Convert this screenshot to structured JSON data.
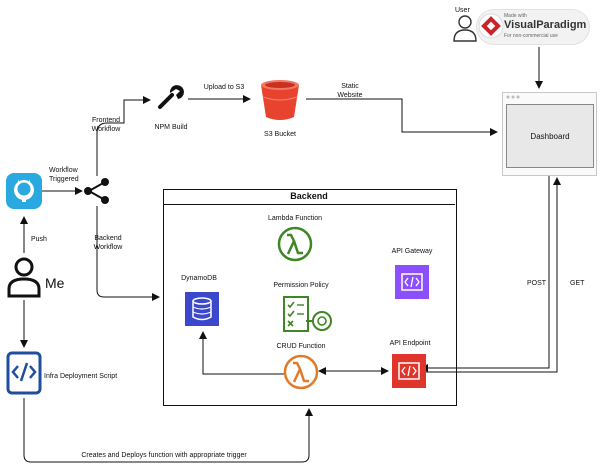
{
  "labels": {
    "user": "User",
    "watermark_line1": "Made with",
    "watermark_line2": "VisualParadigm",
    "watermark_line3": "For non-commercial use",
    "upload_s3": "Upload to S3",
    "static_website_1": "Static",
    "static_website_2": "Website",
    "npm_build": "NPM Build",
    "frontend_workflow_1": "Frontend",
    "frontend_workflow_2": "Workflow",
    "s3_bucket": "S3 Bucket",
    "dashboard": "Dashboard",
    "workflow_triggered_1": "Workflow",
    "workflow_triggered_2": "Triggered",
    "backend": "Backend",
    "lambda_function": "Lambda Function",
    "push": "Push",
    "backend_workflow_1": "Backend",
    "backend_workflow_2": "Workflow",
    "api_gateway": "API Gateway",
    "dynamodb": "DynamoDB",
    "permission_policy": "Permission Policy",
    "me": "Me",
    "post": "POST",
    "get": "GET",
    "crud_function": "CRUD Function",
    "api_endpoint": "API Endpoint",
    "infra_script": "Infra Deployment Script",
    "creates_deploys": "Creates and Deploys function with appropriate trigger"
  },
  "colors": {
    "github": "#2aa8e0",
    "s3": "#e8432e",
    "lambda_green": "#3f8624",
    "api_gateway": "#8c4fff",
    "dynamodb": "#3b48cc",
    "crud_orange": "#e07b2a",
    "api_endpoint": "#e0352b",
    "infra_script": "#1f4e9e",
    "wrench": "#111111"
  },
  "icons": [
    "user-icon",
    "visual-paradigm-logo",
    "wrench-icon",
    "s3-bucket-icon",
    "github-icon",
    "share-icon",
    "person-icon",
    "lambda-icon",
    "api-gateway-icon",
    "dynamodb-icon",
    "permission-policy-icon",
    "crud-lambda-icon",
    "api-endpoint-icon",
    "script-icon"
  ]
}
